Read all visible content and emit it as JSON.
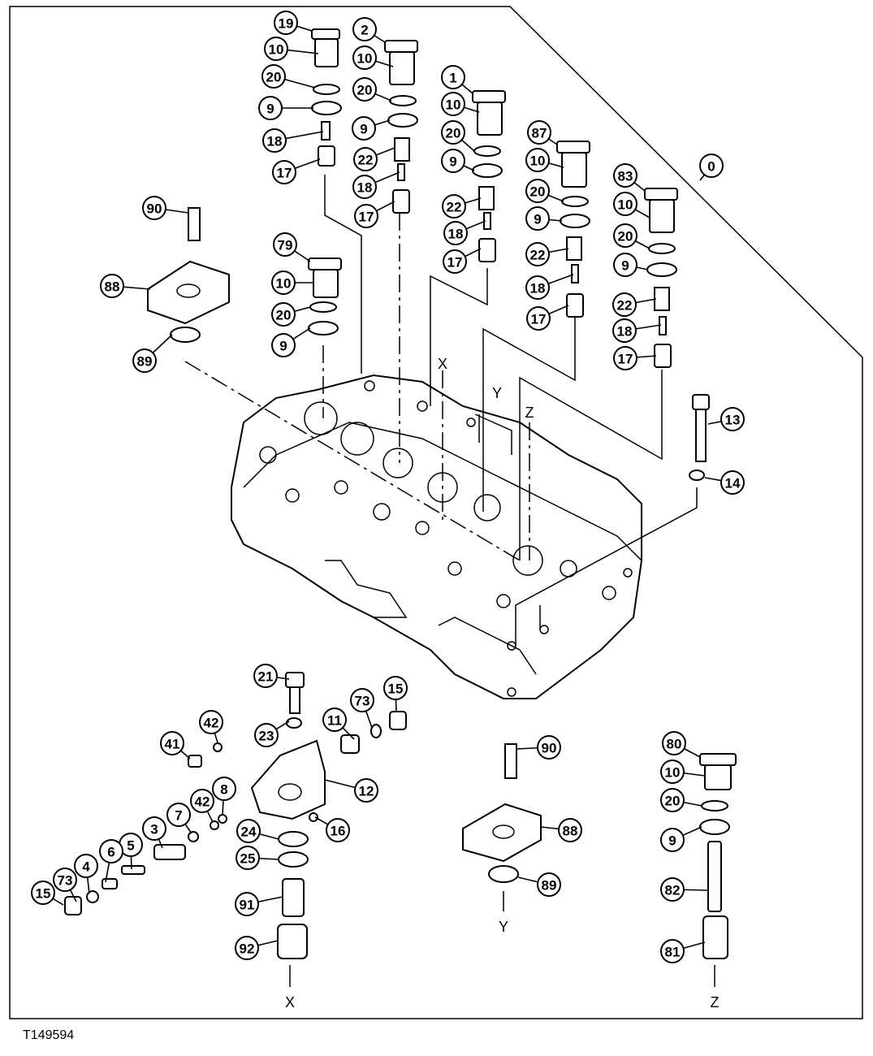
{
  "drawing_id": "T149594",
  "view_letters": [
    "X",
    "Y",
    "Z"
  ],
  "callouts": [
    "19",
    "10",
    "20",
    "9",
    "18",
    "17",
    "2",
    "10",
    "20",
    "9",
    "22",
    "18",
    "17",
    "1",
    "10",
    "20",
    "9",
    "22",
    "18",
    "17",
    "87",
    "10",
    "20",
    "9",
    "22",
    "18",
    "17",
    "83",
    "10",
    "20",
    "9",
    "22",
    "18",
    "17",
    "0",
    "90",
    "88",
    "89",
    "79",
    "10",
    "20",
    "9",
    "13",
    "14",
    "21",
    "23",
    "73",
    "15",
    "11",
    "12",
    "16",
    "42",
    "41",
    "8",
    "42",
    "7",
    "3",
    "5",
    "6",
    "4",
    "73",
    "15",
    "24",
    "25",
    "91",
    "92",
    "90",
    "88",
    "89",
    "80",
    "10",
    "20",
    "9",
    "82",
    "81"
  ]
}
